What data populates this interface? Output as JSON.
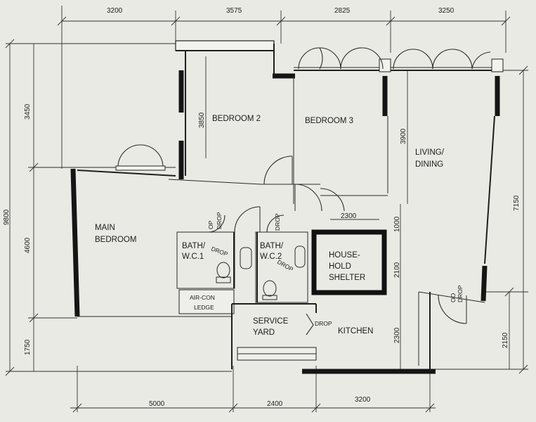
{
  "dimensions": {
    "top": [
      "3200",
      "3575",
      "2825",
      "3250"
    ],
    "left": [
      "3450",
      "9800",
      "4600",
      "1750"
    ],
    "bottom": [
      "5000",
      "2400",
      "3200"
    ],
    "right": [
      "7150",
      "2150"
    ],
    "inner": [
      "3850",
      "3900",
      "2300",
      "1000",
      "2100",
      "2300"
    ]
  },
  "rooms": {
    "bedroom2": "BEDROOM 2",
    "bedroom3": "BEDROOM 3",
    "living_line1": "LIVING/",
    "living_line2": "DINING",
    "main_line1": "MAIN",
    "main_line2": "BEDROOM",
    "bath1_line1": "BATH/",
    "bath1_line2": "W.C.1",
    "bath2_line1": "BATH/",
    "bath2_line2": "W.C.2",
    "shelter_line1": "HOUSE-",
    "shelter_line2": "HOLD",
    "shelter_line3": "SHELTER",
    "aircon_line1": "AIR-CON",
    "aircon_line2": "LEDGE",
    "service_line1": "SERVICE",
    "service_line2": "YARD",
    "kitchen": "KITCHEN"
  },
  "door_labels": {
    "drop": "DROP",
    "drop_short": "OP",
    "drop_bath1": "DROP",
    "drop_bath2": "DROP",
    "drop_kitchen": "DROP",
    "drop_living_a": "OO",
    "drop_living_b": "DROP"
  }
}
